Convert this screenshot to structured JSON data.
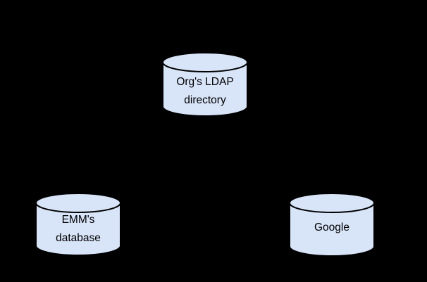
{
  "diagram": {
    "background_color": "#000000",
    "node_style": {
      "fill": "#d8e4f8",
      "stroke": "#000000"
    },
    "nodes": {
      "ldap": {
        "shape": "database-cylinder",
        "label_line1": "Org's LDAP",
        "label_line2": "directory"
      },
      "emm": {
        "shape": "database-cylinder",
        "label_line1": "EMM's",
        "label_line2": "database"
      },
      "google": {
        "shape": "database-cylinder",
        "label_line1": "Google"
      }
    }
  }
}
